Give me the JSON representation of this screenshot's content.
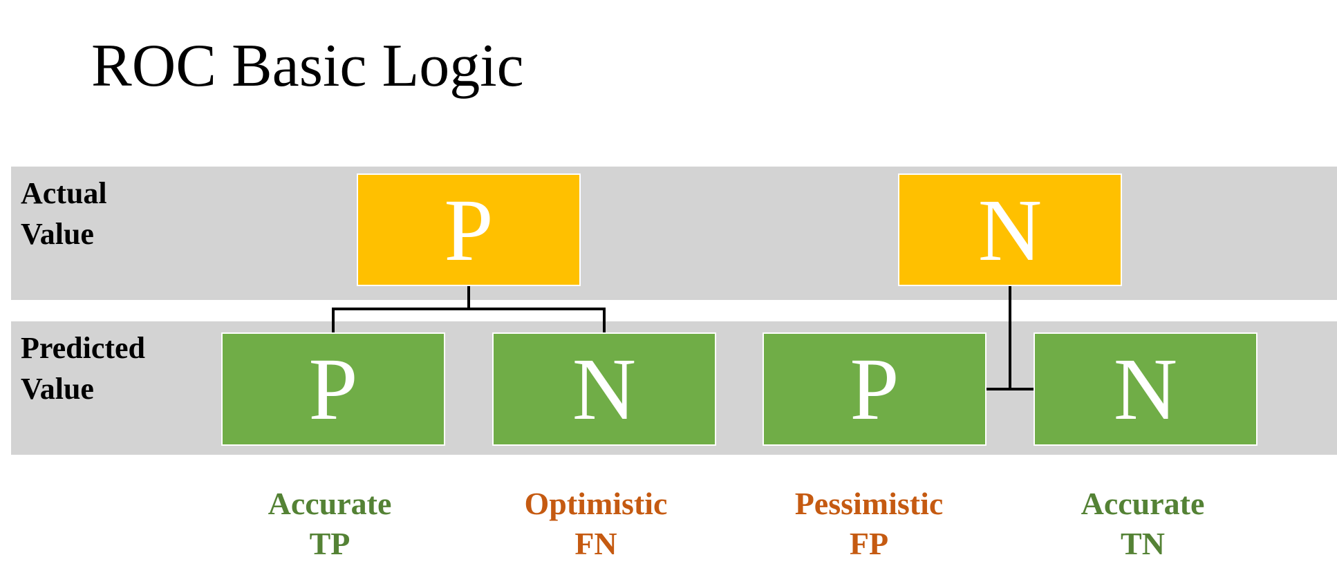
{
  "title": "ROC Basic Logic",
  "colors": {
    "band": "#d3d3d3",
    "actual_box": "#ffc000",
    "predicted_box": "#70ad47",
    "accurate_text": "#548235",
    "error_text": "#c55a11",
    "connector": "#000000"
  },
  "rows": {
    "actual": {
      "label_line1": "Actual",
      "label_line2": "Value"
    },
    "predicted": {
      "label_line1": "Predicted",
      "label_line2": "Value"
    }
  },
  "actual_values": [
    {
      "letter": "P"
    },
    {
      "letter": "N"
    }
  ],
  "predicted_values": [
    {
      "letter": "P"
    },
    {
      "letter": "N"
    },
    {
      "letter": "P"
    },
    {
      "letter": "N"
    }
  ],
  "outcomes": [
    {
      "line1": "Accurate",
      "line2": "TP",
      "kind": "accurate"
    },
    {
      "line1": "Optimistic",
      "line2": "FN",
      "kind": "error"
    },
    {
      "line1": "Pessimistic",
      "line2": "FP",
      "kind": "error"
    },
    {
      "line1": "Accurate",
      "line2": "TN",
      "kind": "accurate"
    }
  ]
}
